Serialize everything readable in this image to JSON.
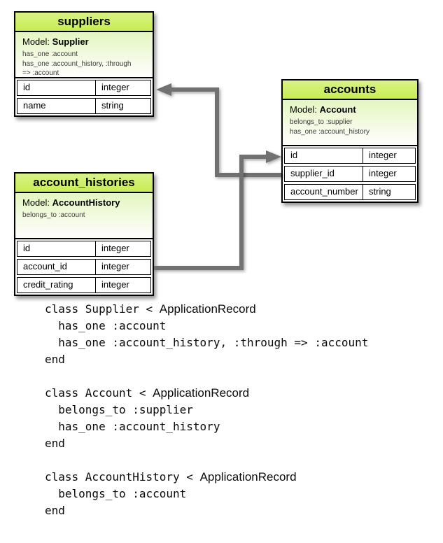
{
  "diagram": {
    "tables": [
      {
        "name": "suppliers",
        "model_label": "Model:",
        "model_name": "Supplier",
        "associations": [
          "has_one :account",
          "has_one :account_history, :through",
          "=> :account"
        ],
        "columns": [
          {
            "name": "id",
            "type": "integer"
          },
          {
            "name": "name",
            "type": "string"
          }
        ]
      },
      {
        "name": "accounts",
        "model_label": "Model:",
        "model_name": "Account",
        "associations": [
          "belongs_to :supplier",
          "has_one :account_history"
        ],
        "columns": [
          {
            "name": "id",
            "type": "integer"
          },
          {
            "name": "supplier_id",
            "type": "integer"
          },
          {
            "name": "account_number",
            "type": "string"
          }
        ]
      },
      {
        "name": "account_histories",
        "model_label": "Model:",
        "model_name": "AccountHistory",
        "associations": [
          "belongs_to :account"
        ],
        "columns": [
          {
            "name": "id",
            "type": "integer"
          },
          {
            "name": "account_id",
            "type": "integer"
          },
          {
            "name": "credit_rating",
            "type": "integer"
          }
        ]
      }
    ],
    "relationships": [
      {
        "from": "accounts.supplier_id",
        "to": "suppliers.id"
      },
      {
        "from": "account_histories.account_id",
        "to": "accounts.id"
      }
    ],
    "colors": {
      "header_green": "#cdee63",
      "model_gradient_top": "#e4f6c0",
      "arrow_gray": "#717171",
      "border_black": "#000000"
    }
  },
  "code": {
    "blocks": [
      {
        "class_prefix": "class Supplier < ",
        "superclass": "ApplicationRecord",
        "body": [
          "  has_one :account",
          "  has_one :account_history, :through => :account"
        ],
        "end_label": "end"
      },
      {
        "class_prefix": "class Account < ",
        "superclass": "ApplicationRecord",
        "body": [
          "  belongs_to :supplier",
          "  has_one :account_history"
        ],
        "end_label": "end"
      },
      {
        "class_prefix": "class AccountHistory < ",
        "superclass": "ApplicationRecord",
        "body": [
          "  belongs_to :account"
        ],
        "end_label": "end"
      }
    ]
  }
}
